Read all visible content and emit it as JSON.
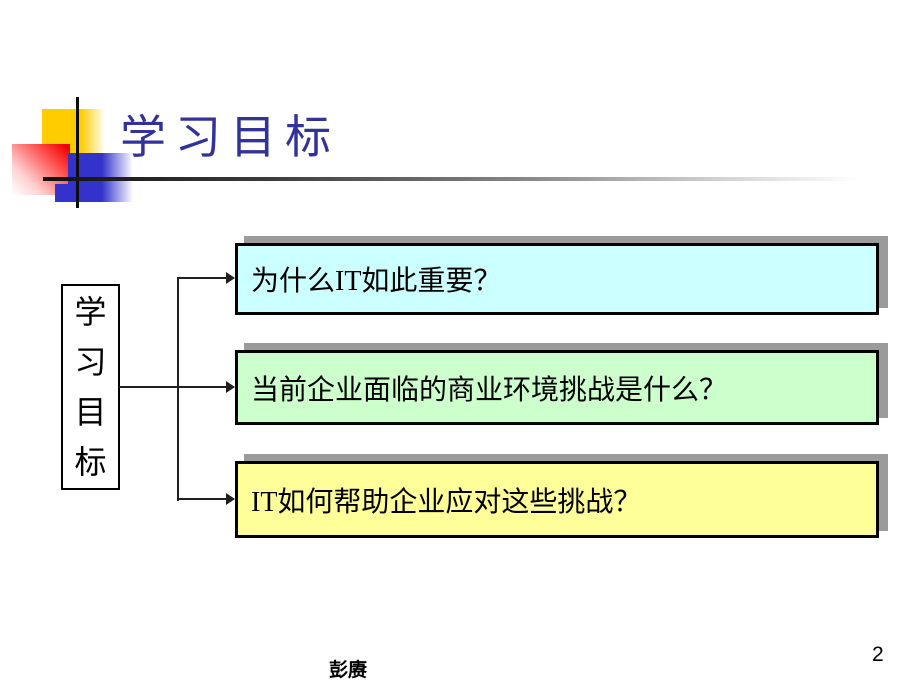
{
  "page": {
    "title": "学习目标",
    "footer_author": "彭赓",
    "page_number": "2"
  },
  "diagram": {
    "root": {
      "label": "学\n习\n目\n标"
    },
    "branches": [
      {
        "label": "为什么IT如此重要？",
        "fill": "#ccffff"
      },
      {
        "label": "当前企业面临的商业环境挑战是什么？",
        "fill": "#ccffcc"
      },
      {
        "label": "IT如何帮助企业应对这些挑战？",
        "fill": "#ffff99"
      }
    ]
  },
  "colors": {
    "title_text": "#32329b",
    "accent_yellow": "#ffcc00",
    "accent_red": "#f00000",
    "accent_blue": "#3333cc",
    "box_border": "#000000",
    "box_shadow": "#9b9b9b",
    "connector": "#1f1f1f"
  }
}
